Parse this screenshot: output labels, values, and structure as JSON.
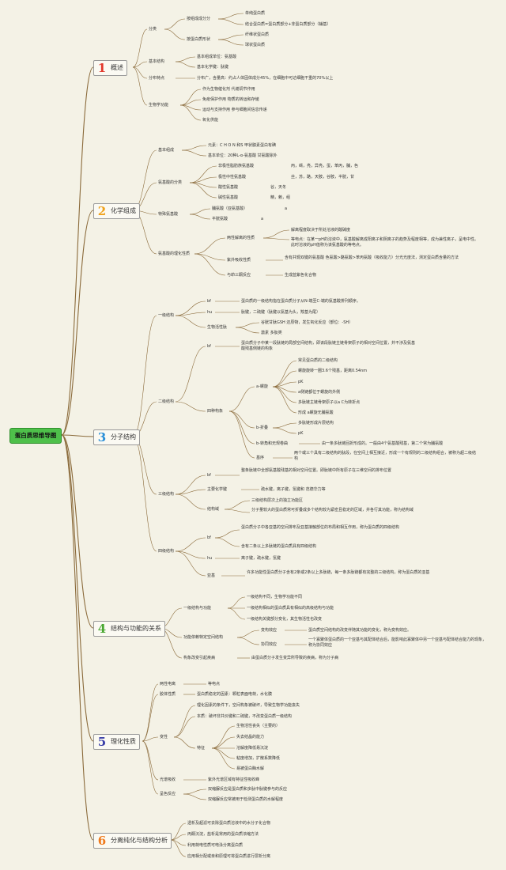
{
  "root": "蛋白质思维导图",
  "colors": {
    "line": "#8a6a3a",
    "root_bg": "#4ec04a",
    "num1": "#e2372b",
    "num2": "#f0a21c",
    "num3": "#2a8fd8",
    "num4": "#4aa832",
    "num5": "#3a3fa8",
    "num6": "#f07a1c"
  },
  "s1": {
    "num": "1",
    "title": "概述",
    "fenlei": "分类",
    "zucheng": "按组成成分分",
    "zucheng_a": "单纯蛋白质",
    "zucheng_b": "结合蛋白质=蛋白质部分+非蛋白质部分（辅基）",
    "xingzhuang": "按蛋白质形状",
    "xingzhuang_a": "纤维状蛋白质",
    "xingzhuang_b": "球状蛋白质",
    "jiben": "基本结构",
    "jiben_a": "基本组成单位：氨基酸",
    "jiben_b": "基本化学键：肽键",
    "fenbu": "分布特点",
    "fenbu_a": "分布广，含量高：约占人体固体成分45%，在细胞中可达细胞干重的70%以上",
    "gongneng": "生物学功能",
    "gongneng_a": "作为生物催化剂 代谢调节作用",
    "gongneng_b": "免疫保护作用 物质的转运和存储",
    "gongneng_c": "运动与支持作用 参与细胞间信息传递",
    "gongneng_d": "氧化供能"
  },
  "s2": {
    "num": "2",
    "title": "化学组成",
    "jbzc": "基本组成",
    "jbzc_a": "元素：C H O N 和S 甲状腺素蛋白有碘",
    "jbzc_b": "基本单位：20种L-α-氨基酸 甘氨酸除外",
    "fenlei": "氨基酸的分类",
    "np": "非极性脂肪族氨基酸",
    "np_v": "丙，缬，亮，异亮，蛋，苯丙，脯，色",
    "jx": "极性中性氨基酸",
    "jx_v": "丝，苏，酪，天胺，谷胺，半胱，甘",
    "sx": "酸性氨基酸",
    "sx_v": "谷，天冬",
    "jxa": "碱性氨基酸",
    "jxa_v": "精，赖，组",
    "ts": "特殊氨基酸",
    "ts_a": "脯氨酸（亚氨基酸）",
    "ts_a_v": "a",
    "ts_b": "半胱氨酸",
    "ts_b_v": "a",
    "lh": "氨基酸的理化性质",
    "lx": "两性解离的性质",
    "lx_a": "解离程度取决于所处溶液的酸碱度",
    "lx_b": "等电点：在某一pH的溶液中，氨基酸解离成阳离子和阴离子的趋势及程度相等，成为兼性离子，呈电中性。此时溶液的pH值称为该氨基酸的等电点。",
    "zw": "紫外吸收性质",
    "zw_v": "含有共轭双键的氨基酸 色氨酸>酪氨酸>苯丙氨酸（吸收能力）分光光度法，测定蛋白质含量的方法",
    "ys": "与茚三酮反应",
    "ys_v": "生成蓝紫色化合物"
  },
  "s3": {
    "num": "3",
    "title": "分子结构",
    "yiji": "一级结构",
    "yj_bf": "bf",
    "yj_bf_v": "蛋白质的一级结构指在蛋白质分子从N-端至C-端的氨基酸排列顺序。",
    "yj_hu": "hu",
    "yj_hu_v": "肽键，二硫键（肽键以氨基为头，羧基为尾）",
    "swhx": "生物活性肽",
    "swhx_a": "谷胱甘肽GSH 还原物，发生氧化反应（部位：-SH）",
    "swhx_b": "激素 多肽类",
    "erji": "二级结构",
    "ej_bf": "bf",
    "ej_bf_v": "蛋白质分子中某一段肽链的局部空间结构，即该段肽链主链骨架原子的相对空间位置，并不涉及氨基酸残基侧链的构象",
    "sigou": "四种构象",
    "alpha": "a-螺旋",
    "al1": "常见蛋白质的二级结构",
    "al2": "螺旋旋转一圈3.6个残基，距离0.54nm",
    "al3": "pK",
    "al4": "a侧链都位于螺旋的外侧",
    "al5": "多肽链主链骨架原子以a C为转折点",
    "al6": "形成 a螺旋无脯氨酸",
    "beta": "b-折叠",
    "be1": "多肽链形成片层结构",
    "be2": "pK",
    "zhuan": "b-转角和无规卷曲",
    "zhuan_v": "由一条多肽链回折形成的。一般由4个氨基酸残基，第二个常为脯氨酸",
    "jisu": "基序",
    "jisu_v": "两个或三个具有二级结构的肽段，在空间上相互接近，形成一个有规则的二级结构组合，被称为超二级结构",
    "sanji": "三级结构",
    "sj_bf": "bf",
    "sj_bf_v": "整条肽链中全部氨基酸残基的相对空间位置。即肽链中所有原子在三维空间的排布位置",
    "sj_hx": "主要化学键",
    "sj_hx_v": "疏水键，离子键，氢键和 范德华力等",
    "jgy": "结构域",
    "jgy_a": "三级结构层次上的独立功能区",
    "jgy_b": "分子量较大的蛋白质常可折叠成多个结构较为紧密且稳定的区域，并各行其功能，称为结构域",
    "siji": "四级结构",
    "sij_bf": "bf",
    "sij_bf_a": "蛋白质分子中各亚基的空间排布及亚基接触部位的布局和相互作用，称为蛋白质的四级结构",
    "sij_bf_b": "含有二条以上多肽链的蛋白质具有四级结构",
    "sij_hu": "hu",
    "sij_hu_v": "离子键，疏水键，氢键",
    "yaji": "亚基",
    "yaji_v": "许多功能性蛋白质分子含有2条或2条以上多肽链，每一条多肽链都有完整的三级结构，称为蛋白质的亚基"
  },
  "s4": {
    "num": "4",
    "title": "结构与功能的关系",
    "yj": "一级结构与功能",
    "yj_a": "一级结构不同，生物学功能不同",
    "yj_b": "一级结构相似的蛋白质具有相似的高级结构与功能",
    "yj_c": "一级结构关键部分变化，其生物活性也改变",
    "gn": "功能依赖特定空间结构",
    "bj": "变构效应",
    "bj_v": "蛋白质空间结构的改变伴随其功能的变化，称为变构效应。",
    "xt": "协同效应",
    "xt_v": "一个寡聚体蛋白质的一个亚基与其配体结合后，能影响此寡聚体中另一个亚基与配体结合能力的现象，称为协同效应",
    "gx": "构象改变引起疾病",
    "gx_v": "由蛋白质分子发生变异所导致的疾病，称为分子病"
  },
  "s5": {
    "num": "5",
    "title": "理化性质",
    "lx": "两性电离",
    "lx_v": "等电点",
    "jt": "胶体性质",
    "jt_v": "蛋白质稳定的因素：颗粒表面电荷，水化膜",
    "bx": "变性",
    "bx_a": "理化因素的条件下，空间构象被破坏，导致生物学功能丧失",
    "bx_b": "本质：破坏非共价键和二硫键，不改变蛋白质一级结构",
    "tz": "特征",
    "tz_a": "生物活性丧失（主要的）",
    "tz_b": "失去结晶的能力",
    "tz_c": "溶解度降低易沉淀",
    "tz_d": "粘度增加，扩散系数降低",
    "tz_e": "易被蛋白酶水解",
    "gp": "光谱吸收",
    "gp_v": "紫外光谱区域有特征性吸收峰",
    "ss": "呈色反应",
    "ss_a": "双缩脲反应是蛋白质和多肽中肽键参与的反应",
    "ss_b": "双缩脲反应常被用于检测蛋白质的水解程度"
  },
  "s6": {
    "num": "6",
    "title": "分离纯化与结构分析",
    "a": "透析及超滤可去除蛋白质溶液中的水分子化合物",
    "b": "丙酮沉淀，盐析是常用的蛋白质浓缩方法",
    "c": "利用荷电性质可电泳分离蛋白质",
    "d": "应用相分配或亲和原理可将蛋白质进行层析分离"
  }
}
